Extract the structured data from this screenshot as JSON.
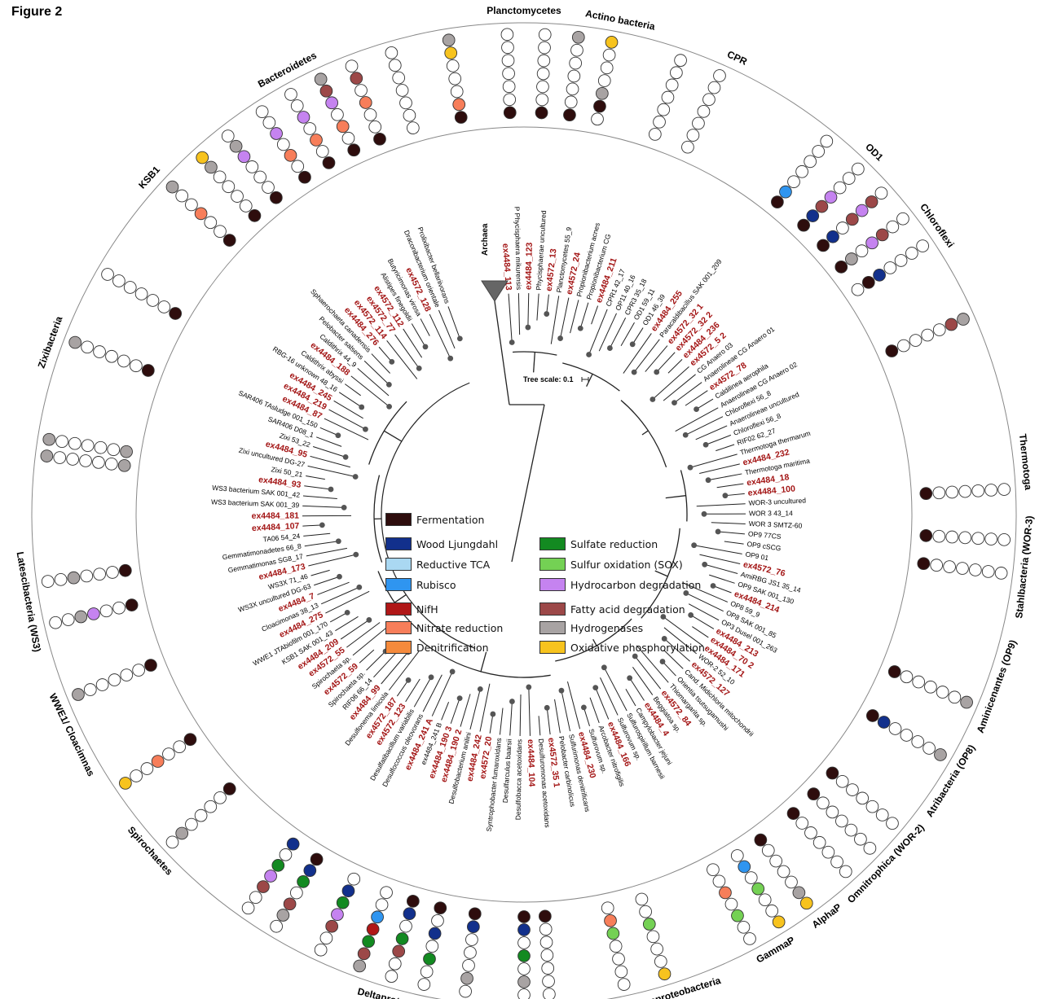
{
  "figure_title": "Figure 2",
  "scale_label": "Tree scale: 0.1",
  "root_label": "Archaea",
  "colors": {
    "ring": "#888888",
    "branch": "#222222",
    "new_genome": "#a31515",
    "reference": "#000000",
    "empty_circle": "#ffffff"
  },
  "legend": [
    {
      "key": "ferm",
      "label": "Fermentation",
      "color": "#2e0d0d"
    },
    {
      "key": "wl",
      "label": "Wood Ljungdahl",
      "color": "#12308c"
    },
    {
      "key": "rtca",
      "label": "Reductive TCA",
      "color": "#aad8f2"
    },
    {
      "key": "rub",
      "label": "Rubisco",
      "color": "#2f95f0"
    },
    {
      "key": "nifh",
      "label": "NifH",
      "color": "#b01717"
    },
    {
      "key": "nitr",
      "label": "Nitrate reduction",
      "color": "#f77e5a"
    },
    {
      "key": "denit",
      "label": "Denitrification",
      "color": "#f58a3c"
    },
    {
      "key": "sulfred",
      "label": "Sulfate reduction",
      "color": "#138a21"
    },
    {
      "key": "sox",
      "label": "Sulfur oxidation (SOX)",
      "color": "#74d154"
    },
    {
      "key": "hcd",
      "label": "Hydrocarbon degradation",
      "color": "#c583f0"
    },
    {
      "key": "fad",
      "label": "Fatty acid degradation",
      "color": "#9c4848"
    },
    {
      "key": "hyd",
      "label": "Hydrogenases",
      "color": "#a8a3a3"
    },
    {
      "key": "oxp",
      "label": "Oxidative phosphorylation",
      "color": "#f7c31e"
    }
  ],
  "clades": [
    {
      "name": "Planctomycetes",
      "angle": 0
    },
    {
      "name": "Actino bacteria",
      "angle": 11
    },
    {
      "name": "CPR",
      "angle": 25
    },
    {
      "name": "OD1",
      "angle": 44
    },
    {
      "name": "Chloroflexi",
      "angle": 55
    },
    {
      "name": "Thermotoga",
      "angle": 84
    },
    {
      "name": "Stahlbacteria (WOR-3)",
      "angle": 96
    },
    {
      "name": "Aminicenantes (OP9)",
      "angle": 110
    },
    {
      "name": "Atribacteria (OP8)",
      "angle": 122
    },
    {
      "name": "Omnitrophica (WOR-2)",
      "angle": 134
    },
    {
      "name": "AlphaP",
      "angle": 143
    },
    {
      "name": "GammaP",
      "angle": 150
    },
    {
      "name": "Epsilonproteobacteria",
      "angle": 163
    },
    {
      "name": "Deltaproteobacteria",
      "angle": 194
    },
    {
      "name": "Spirochaetes",
      "angle": 228
    },
    {
      "name": "WWE1/ Cloacimnas",
      "angle": 244
    },
    {
      "name": "Latescibacteria (WS3)",
      "angle": 260
    },
    {
      "name": "Zixibacteria",
      "angle": 290
    },
    {
      "name": "KSB1",
      "angle": 312
    },
    {
      "name": "Bacteroidetes",
      "angle": 332
    }
  ],
  "leaves": [
    {
      "name": "ex4484_113",
      "new": true
    },
    {
      "name": "P Phycisphaera mikurensis",
      "new": false
    },
    {
      "name": "ex4484_123",
      "new": true
    },
    {
      "name": "Phycisphaerae uncultured",
      "new": false
    },
    {
      "name": "ex4572_13",
      "new": true
    },
    {
      "name": "Planctomycetes 55_9",
      "new": false
    },
    {
      "name": "ex4572_24",
      "new": true
    },
    {
      "name": "Propionibacterium acnes",
      "new": false
    },
    {
      "name": "Propionibacterium CG",
      "new": false
    },
    {
      "name": "ex4484_211",
      "new": true
    },
    {
      "name": "CPR1 42_17",
      "new": false
    },
    {
      "name": "OP11 40_16",
      "new": false
    },
    {
      "name": "CPR3 35_18",
      "new": false
    },
    {
      "name": "OD1 59_11",
      "new": false
    },
    {
      "name": "OD1 46_39",
      "new": false
    },
    {
      "name": "ex4484_255",
      "new": true
    },
    {
      "name": "Paracaldibacillus SAK 001_209",
      "new": false
    },
    {
      "name": "ex4572_32 1",
      "new": true
    },
    {
      "name": "ex4572_32 2",
      "new": true
    },
    {
      "name": "ex4484_236",
      "new": true
    },
    {
      "name": "ex4572_5 2",
      "new": true
    },
    {
      "name": "CG Anaero 03",
      "new": false
    },
    {
      "name": "Anaerolineae CG Anaero 01",
      "new": false
    },
    {
      "name": "ex4572_78",
      "new": true
    },
    {
      "name": "Caldilinea aerophila",
      "new": false
    },
    {
      "name": "Anaerolineae CG Anaero 02",
      "new": false
    },
    {
      "name": "Chloroflexi 56_8",
      "new": false
    },
    {
      "name": "Anaerolineae uncultured",
      "new": false
    },
    {
      "name": "Chloroflexi 56_8",
      "new": false
    },
    {
      "name": "RIF02 62_27",
      "new": false
    },
    {
      "name": "Thermotoga thermarum",
      "new": false
    },
    {
      "name": "ex4484_232",
      "new": true
    },
    {
      "name": "Thermotoga maritima",
      "new": false
    },
    {
      "name": "ex4484_18",
      "new": true
    },
    {
      "name": "ex4484_100",
      "new": true
    },
    {
      "name": "WOR-3 uncultured",
      "new": false
    },
    {
      "name": "WOR 3 43_14",
      "new": false
    },
    {
      "name": "WOR 3 SMTZ-60",
      "new": false
    },
    {
      "name": "OP9 77CS",
      "new": false
    },
    {
      "name": "OP9 cSCG",
      "new": false
    },
    {
      "name": "OP9 01",
      "new": false
    },
    {
      "name": "ex4572_76",
      "new": true
    },
    {
      "name": "AmiRBG JS1 35_14",
      "new": false
    },
    {
      "name": "OP9 SAK 001_130",
      "new": false
    },
    {
      "name": "ex4484_214",
      "new": true
    },
    {
      "name": "OP8 59_9",
      "new": false
    },
    {
      "name": "OP8 SAK 001_85",
      "new": false
    },
    {
      "name": "OP3 Dusel 001_263",
      "new": false
    },
    {
      "name": "ex4484_213",
      "new": true
    },
    {
      "name": "ex4484_70 2",
      "new": true
    },
    {
      "name": "ex4484_171",
      "new": true
    },
    {
      "name": "WOR-2 52_10",
      "new": false
    },
    {
      "name": "ex4572_127",
      "new": true
    },
    {
      "name": "Cand. Midichloria mitochondrii",
      "new": false
    },
    {
      "name": "Orientia tsutsugamushi",
      "new": false
    },
    {
      "name": "Thiomargarita sp.",
      "new": false
    },
    {
      "name": "ex4572_84",
      "new": true
    },
    {
      "name": "Beggiatoa sp.",
      "new": false
    },
    {
      "name": "ex4484_4",
      "new": true
    },
    {
      "name": "Campylobacter jejuni",
      "new": false
    },
    {
      "name": "Sulfurospirillum barnesii",
      "new": false
    },
    {
      "name": "Sulfurovum sp.",
      "new": false
    },
    {
      "name": "ex4484_166",
      "new": true
    },
    {
      "name": "Arcobacter nitrofigilis",
      "new": false
    },
    {
      "name": "Sulfurovum sp.",
      "new": false
    },
    {
      "name": "ex4484_230",
      "new": true
    },
    {
      "name": "Sulfurimonas denitrificans",
      "new": false
    },
    {
      "name": "Pelobacter carbinolicus",
      "new": false
    },
    {
      "name": "ex4572_35 1",
      "new": true
    },
    {
      "name": "Desulfuromonas acetoxidans",
      "new": false
    },
    {
      "name": "ex4484_104",
      "new": true
    },
    {
      "name": "Desulfobacca acetoxidans",
      "new": false
    },
    {
      "name": "Desulfarculus baarsii",
      "new": false
    },
    {
      "name": "Syntrophobacter fumaroxidans",
      "new": false
    },
    {
      "name": "ex4572_20",
      "new": true
    },
    {
      "name": "ex4484_242",
      "new": true
    },
    {
      "name": "Desulfobacterium anilini",
      "new": false
    },
    {
      "name": "ex4484_190 2",
      "new": true
    },
    {
      "name": "ex4484_190 3",
      "new": true
    },
    {
      "name": "ex4484_241 B",
      "new": false
    },
    {
      "name": "ex4484_241 A",
      "new": true
    },
    {
      "name": "Desulfococcus oleovorans",
      "new": false
    },
    {
      "name": "Desulfatibacillum variabilis",
      "new": false
    },
    {
      "name": "ex4572_123",
      "new": true
    },
    {
      "name": "ex4572_187",
      "new": true
    },
    {
      "name": "Desulfonema limicola",
      "new": false
    },
    {
      "name": "ex4484_99",
      "new": true
    },
    {
      "name": "RIF06 66_14",
      "new": false
    },
    {
      "name": "Spirochaeta sp.",
      "new": false
    },
    {
      "name": "ex4572_59",
      "new": true
    },
    {
      "name": "Spirochaeta sp.",
      "new": false
    },
    {
      "name": "ex4572_55",
      "new": true
    },
    {
      "name": "ex4484_209",
      "new": true
    },
    {
      "name": "KSB1 SAK 001_43",
      "new": false
    },
    {
      "name": "WWE1 JTAbiofilm 001_170",
      "new": false
    },
    {
      "name": "ex4484_275",
      "new": true
    },
    {
      "name": "Cloacimonas 38_13",
      "new": false
    },
    {
      "name": "ex4484_7",
      "new": true
    },
    {
      "name": "WS3X uncultured DG-63",
      "new": false
    },
    {
      "name": "WS3X 71_46",
      "new": false
    },
    {
      "name": "ex4484_173",
      "new": true
    },
    {
      "name": "Gemmatimonas SG8_17",
      "new": false
    },
    {
      "name": "Gemmatimonadetes 66_8",
      "new": false
    },
    {
      "name": "TA06 54_24",
      "new": false
    },
    {
      "name": "ex4484_107",
      "new": true
    },
    {
      "name": "ex4484_181",
      "new": true
    },
    {
      "name": "WS3 bacterium SAK 001_39",
      "new": false
    },
    {
      "name": "WS3 bacterium SAK 001_42",
      "new": false
    },
    {
      "name": "ex4484_93",
      "new": true
    },
    {
      "name": "Zixi 50_21",
      "new": false
    },
    {
      "name": "Zixi uncultured DG-27",
      "new": false
    },
    {
      "name": "ex4484_95",
      "new": true
    },
    {
      "name": "Zixi 53_22",
      "new": false
    },
    {
      "name": "SAR406 D08_1",
      "new": false
    },
    {
      "name": "SAR406 TAsludge 001_150",
      "new": false
    },
    {
      "name": "ex4484_87",
      "new": true
    },
    {
      "name": "ex4484_219",
      "new": true
    },
    {
      "name": "ex4484_245",
      "new": true
    },
    {
      "name": "RBG-16 unknown 48_16",
      "new": false
    },
    {
      "name": "Caldithrix abyssi",
      "new": false
    },
    {
      "name": "ex4484_188",
      "new": true
    },
    {
      "name": "Caldithrix 44_9",
      "new": false
    },
    {
      "name": "Pelobacter salsens",
      "new": false
    },
    {
      "name": "Sphaerochaeta canadensis",
      "new": false
    },
    {
      "name": "ex4484_276",
      "new": true
    },
    {
      "name": "ex4572_114",
      "new": true
    },
    {
      "name": "ex4572_77",
      "new": true
    },
    {
      "name": "ex4572_112",
      "new": true
    },
    {
      "name": "Alistipes finegoldii",
      "new": false
    },
    {
      "name": "Butyricimonas virosa",
      "new": false
    },
    {
      "name": "ex4572_128",
      "new": true
    },
    {
      "name": "Draconibacterium orientale",
      "new": false
    },
    {
      "name": "Prolixibacter bellariivorans",
      "new": false
    }
  ],
  "profiles": [
    {
      "angle": 351,
      "cells": [
        "hyd",
        "oxp",
        "e",
        "e",
        "e",
        "nitr",
        "ferm"
      ]
    },
    {
      "angle": 358,
      "cells": [
        "e",
        "e",
        "e",
        "e",
        "e",
        "e",
        "ferm"
      ]
    },
    {
      "angle": 2.5,
      "cells": [
        "e",
        "e",
        "e",
        "e",
        "e",
        "e",
        "ferm"
      ]
    },
    {
      "angle": 6.5,
      "cells": [
        "hyd",
        "e",
        "e",
        "e",
        "e",
        "e",
        "ferm"
      ]
    },
    {
      "angle": 10.5,
      "cells": [
        "oxp",
        "e",
        "e",
        "e",
        "hyd",
        "ferm",
        "e"
      ]
    },
    {
      "angle": 19,
      "cells": [
        "e",
        "e",
        "e",
        "e",
        "e",
        "e",
        "e"
      ]
    },
    {
      "angle": 24,
      "cells": [
        "e",
        "e",
        "e",
        "e",
        "e",
        "e",
        "e"
      ]
    },
    {
      "angle": 39,
      "cells": [
        "e",
        "e",
        "e",
        "e",
        "e",
        "rub",
        "ferm"
      ]
    },
    {
      "angle": 44,
      "cells": [
        "e",
        "e",
        "e",
        "hcd",
        "fad",
        "wl",
        "ferm"
      ]
    },
    {
      "angle": 48,
      "cells": [
        "e",
        "fad",
        "hcd",
        "fad",
        "e",
        "wl",
        "ferm"
      ]
    },
    {
      "angle": 52,
      "cells": [
        "e",
        "e",
        "fad",
        "hcd",
        "e",
        "hyd",
        "ferm"
      ]
    },
    {
      "angle": 56,
      "cells": [
        "e",
        "e",
        "e",
        "e",
        "wl",
        "ferm",
        "e"
      ]
    },
    {
      "angle": 66,
      "cells": [
        "hyd",
        "fad",
        "e",
        "e",
        "e",
        "e",
        "ferm"
      ]
    },
    {
      "angle": 87,
      "cells": [
        "e",
        "e",
        "e",
        "e",
        "e",
        "e",
        "ferm"
      ]
    },
    {
      "angle": 93,
      "cells": [
        "e",
        "e",
        "e",
        "e",
        "e",
        "e",
        "ferm"
      ]
    },
    {
      "angle": 97,
      "cells": [
        "e",
        "e",
        "e",
        "e",
        "e",
        "e",
        "ferm"
      ]
    },
    {
      "angle": 113,
      "cells": [
        "hyd",
        "e",
        "e",
        "e",
        "e",
        "e",
        "ferm"
      ]
    },
    {
      "angle": 120,
      "cells": [
        "hyd",
        "e",
        "e",
        "e",
        "e",
        "wl",
        "ferm"
      ]
    },
    {
      "angle": 130,
      "cells": [
        "e",
        "e",
        "e",
        "e",
        "e",
        "e",
        "ferm"
      ]
    },
    {
      "angle": 134,
      "cells": [
        "e",
        "e",
        "e",
        "e",
        "e",
        "e",
        "ferm"
      ]
    },
    {
      "angle": 138,
      "cells": [
        "e",
        "e",
        "e",
        "e",
        "e",
        "e",
        "ferm"
      ]
    },
    {
      "angle": 144,
      "cells": [
        "oxp",
        "hyd",
        "e",
        "e",
        "e",
        "e",
        "ferm"
      ]
    },
    {
      "angle": 148,
      "cells": [
        "oxp",
        "e",
        "e",
        "sox",
        "e",
        "rub",
        "e"
      ]
    },
    {
      "angle": 152,
      "cells": [
        "e",
        "e",
        "sox",
        "e",
        "nitr",
        "e",
        "e"
      ]
    },
    {
      "angle": 163,
      "cells": [
        "oxp",
        "e",
        "e",
        "e",
        "sox",
        "e",
        "e"
      ]
    },
    {
      "angle": 168,
      "cells": [
        "e",
        "e",
        "e",
        "e",
        "sox",
        "nitr",
        "e"
      ]
    },
    {
      "angle": 177,
      "cells": [
        "e",
        "e",
        "e",
        "e",
        "e",
        "e",
        "ferm"
      ]
    },
    {
      "angle": 180,
      "cells": [
        "e",
        "hyd",
        "e",
        "sulfred",
        "e",
        "wl",
        "ferm"
      ]
    },
    {
      "angle": 187,
      "cells": [
        "e",
        "hyd",
        "e",
        "e",
        "e",
        "wl",
        "ferm"
      ]
    },
    {
      "angle": 192,
      "cells": [
        "e",
        "e",
        "sulfred",
        "e",
        "wl",
        "e",
        "ferm"
      ]
    },
    {
      "angle": 196,
      "cells": [
        "e",
        "e",
        "fad",
        "sulfred",
        "e",
        "wl",
        "ferm"
      ]
    },
    {
      "angle": 200,
      "cells": [
        "hyd",
        "fad",
        "sulfred",
        "nifh",
        "rub",
        "e",
        "e"
      ]
    },
    {
      "angle": 205,
      "cells": [
        "e",
        "e",
        "fad",
        "hcd",
        "sulfred",
        "wl",
        "e"
      ]
    },
    {
      "angle": 211,
      "cells": [
        "e",
        "hyd",
        "fad",
        "e",
        "sulfred",
        "wl",
        "ferm"
      ]
    },
    {
      "angle": 215,
      "cells": [
        "e",
        "e",
        "fad",
        "hcd",
        "sulfred",
        "e",
        "wl"
      ]
    },
    {
      "angle": 227,
      "cells": [
        "e",
        "hyd",
        "e",
        "e",
        "e",
        "e",
        "ferm"
      ]
    },
    {
      "angle": 236,
      "cells": [
        "oxp",
        "e",
        "e",
        "nitr",
        "e",
        "e",
        "ferm"
      ]
    },
    {
      "angle": 248,
      "cells": [
        "hyd",
        "e",
        "e",
        "e",
        "e",
        "e",
        "ferm"
      ]
    },
    {
      "angle": 257,
      "cells": [
        "e",
        "e",
        "hyd",
        "hcd",
        "e",
        "e",
        "ferm"
      ]
    },
    {
      "angle": 262,
      "cells": [
        "e",
        "e",
        "hyd",
        "e",
        "e",
        "e",
        "ferm"
      ]
    },
    {
      "angle": 277,
      "cells": [
        "hyd",
        "e",
        "e",
        "e",
        "e",
        "e",
        "hyd"
      ]
    },
    {
      "angle": 279,
      "cells": [
        "hyd",
        "e",
        "e",
        "e",
        "e",
        "e",
        "hyd"
      ]
    },
    {
      "angle": 291,
      "cells": [
        "hyd",
        "e",
        "e",
        "e",
        "e",
        "e",
        "ferm"
      ]
    },
    {
      "angle": 300,
      "cells": [
        "e",
        "e",
        "e",
        "e",
        "e",
        "e",
        "ferm"
      ]
    },
    {
      "angle": 313,
      "cells": [
        "hyd",
        "e",
        "e",
        "nitr",
        "e",
        "e",
        "ferm"
      ]
    },
    {
      "angle": 318,
      "cells": [
        "oxp",
        "hyd",
        "e",
        "e",
        "e",
        "e",
        "ferm"
      ]
    },
    {
      "angle": 322,
      "cells": [
        "e",
        "hyd",
        "hcd",
        "e",
        "e",
        "e",
        "ferm"
      ]
    },
    {
      "angle": 327,
      "cells": [
        "e",
        "e",
        "hcd",
        "e",
        "nitr",
        "e",
        "ferm"
      ]
    },
    {
      "angle": 331,
      "cells": [
        "e",
        "e",
        "hcd",
        "e",
        "nitr",
        "e",
        "ferm"
      ]
    },
    {
      "angle": 335,
      "cells": [
        "hyd",
        "fad",
        "hcd",
        "e",
        "nitr",
        "e",
        "ferm"
      ]
    },
    {
      "angle": 339,
      "cells": [
        "e",
        "fad",
        "e",
        "nitr",
        "e",
        "e",
        "ferm"
      ]
    },
    {
      "angle": 344,
      "cells": [
        "e",
        "e",
        "e",
        "e",
        "e",
        "e",
        "e"
      ]
    }
  ]
}
